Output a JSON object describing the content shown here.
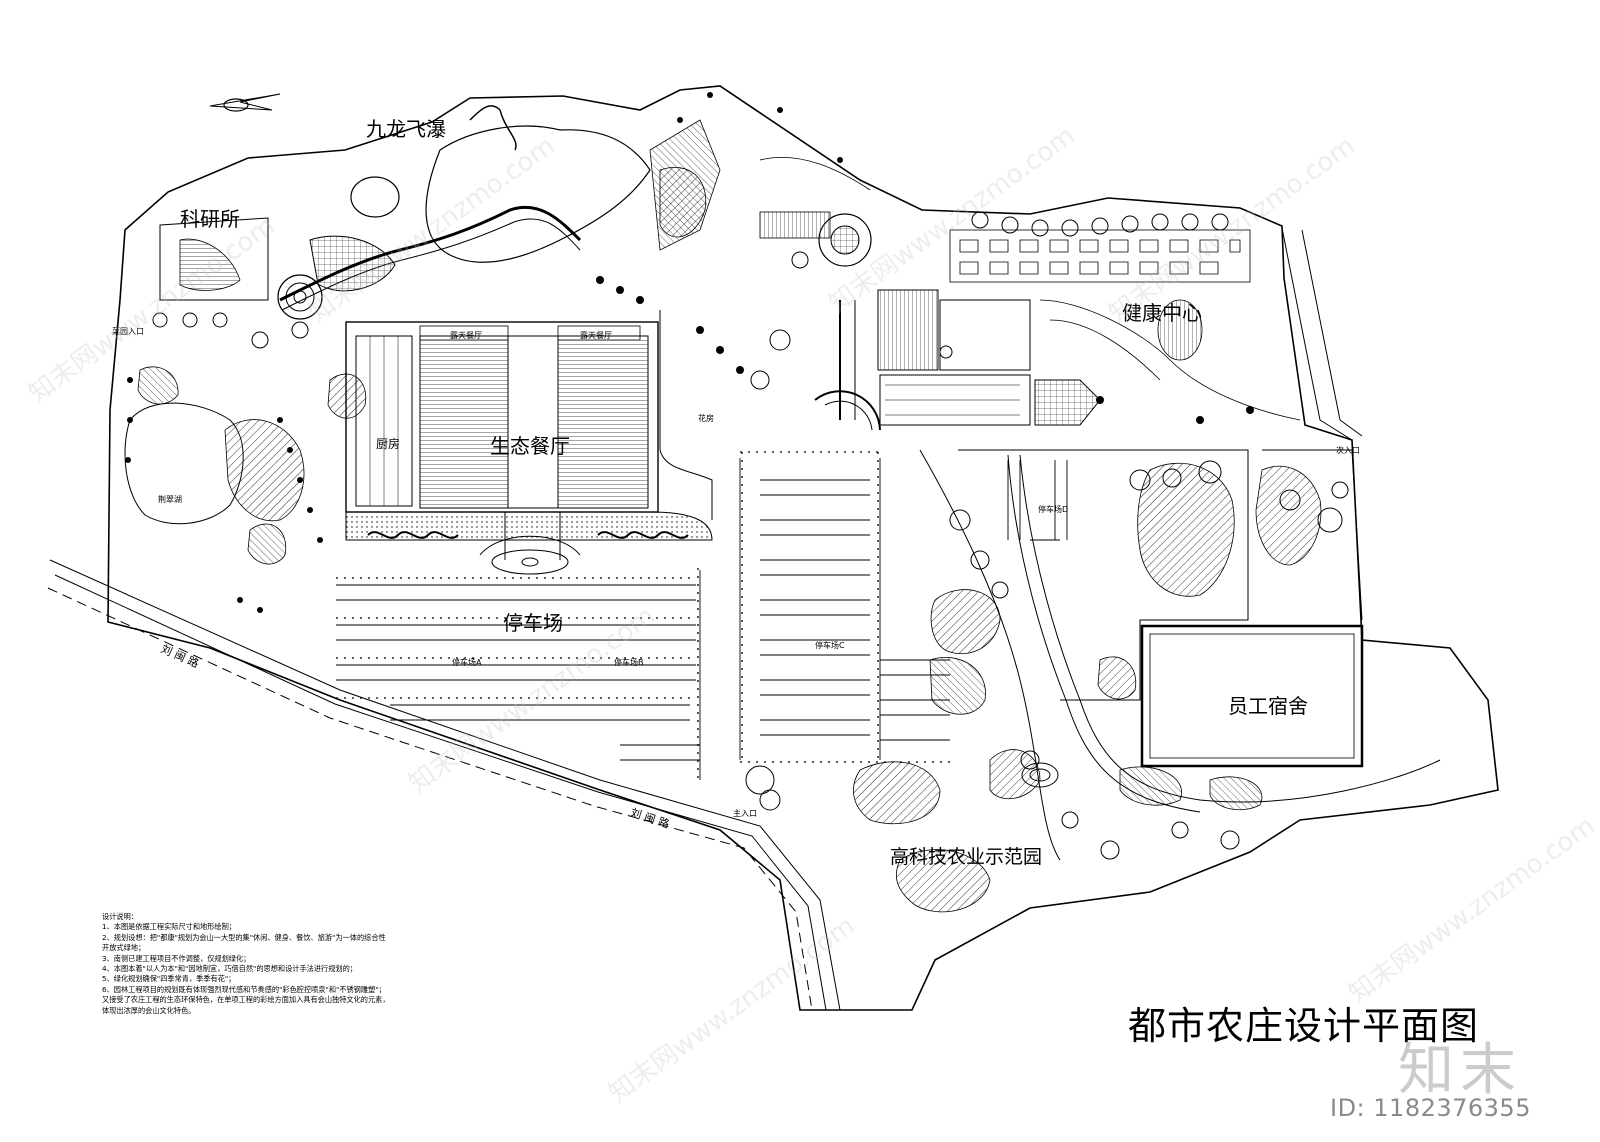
{
  "title": "都市农庄设计平面图",
  "zones": {
    "jiulong": "九龙飞瀑",
    "keyan": "科研所",
    "jiankang": "健康中心",
    "canting": "生态餐厅",
    "chufang": "厨房",
    "tingchechang": "停车场",
    "yuangong": "员工宿舍",
    "gaoke": "高科技农业示范园"
  },
  "small_labels": {
    "lutian1": "露天餐厅",
    "lutian2": "露天餐厅",
    "huafang": "花房",
    "lot_a": "停车场A",
    "lot_b": "停车场B",
    "lot_c": "停车场C",
    "lot_d": "停车场D",
    "lake": "荆翠湖",
    "gate_back": "菜园入口",
    "gate_side": "次入口",
    "gate_main": "主入口"
  },
  "roads": {
    "road1": "刘 闽 路",
    "road2": "刘 闽 路"
  },
  "notes": [
    "设计说明：",
    "1、本图是依据工程实际尺寸和地形绘制；",
    "2、规划设想：把\"都康\"规划为会山一大型的集\"休闲、健身、餐饮、旅游\"为一体的综合性",
    "   开放式绿地；",
    "3、南侧已建工程项目不作调整，仅规划绿化；",
    "4、本图本着\"以人为本\"和\"因地制宜，巧借自然\"的思想和设计手法进行规划的；",
    "5、绿化规划确保\"四季常青，季季有花\"；",
    "6、园林工程项目的规划既有体现强烈现代感和节奏感的\"彩色腔控喷泉\"和\"不锈钢雕塑\"；",
    "   又接受了农庄工程的生态环保特色，在单项工程的彩绘方面加入具有会山独特文化的元素，",
    "   体现出浓厚的会山文化特色。"
  ],
  "watermark": {
    "brand": "知末",
    "id": "ID: 1182376355",
    "site": "知末网www.znzmo.com"
  }
}
